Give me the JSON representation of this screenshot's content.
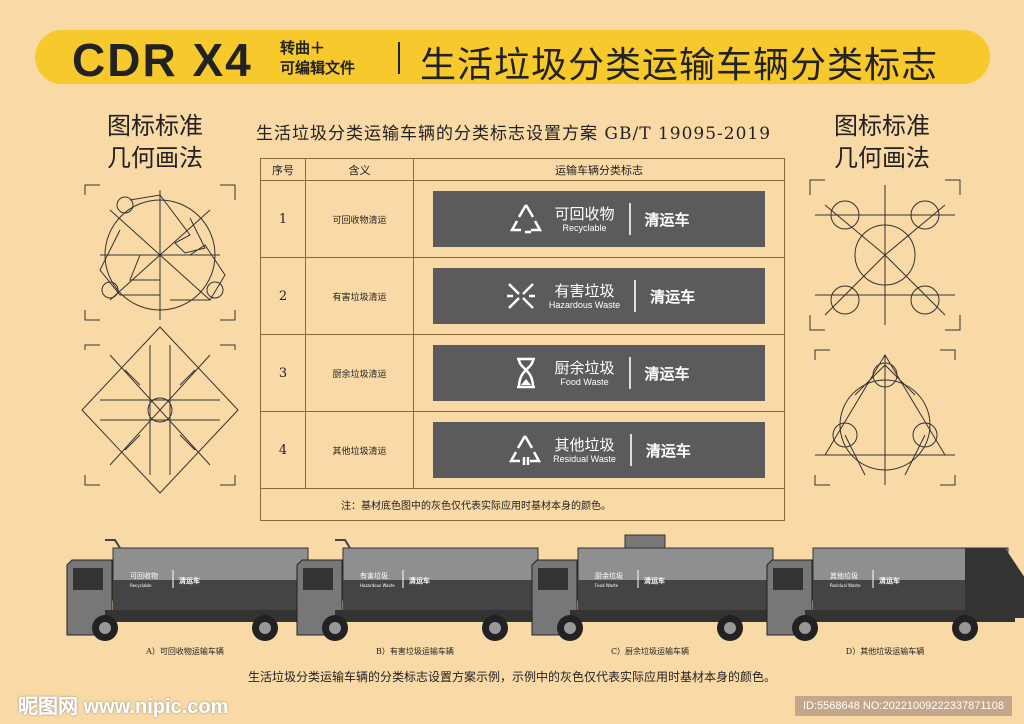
{
  "header": {
    "brand": "CDR X4",
    "sub_line1": "转曲＋",
    "sub_line2": "可编辑文件",
    "title": "生活垃圾分类运输车辆分类标志"
  },
  "side_label": {
    "line1": "图标标准",
    "line2": "几何画法"
  },
  "table": {
    "title": "生活垃圾分类运输车辆的分类标志设置方案 GB/T 19095-2019",
    "headers": [
      "序号",
      "含义",
      "运输车辆分类标志"
    ],
    "rows": [
      {
        "no": "1",
        "meaning": "可回收物清运",
        "cn": "可回收物",
        "en": "Recyclable",
        "icon": "recycle-icon"
      },
      {
        "no": "2",
        "meaning": "有害垃圾清运",
        "cn": "有害垃圾",
        "en": "Hazardous Waste",
        "icon": "hazardous-icon"
      },
      {
        "no": "3",
        "meaning": "厨余垃圾清运",
        "cn": "厨余垃圾",
        "en": "Food Waste",
        "icon": "food-waste-icon"
      },
      {
        "no": "4",
        "meaning": "其他垃圾清运",
        "cn": "其他垃圾",
        "en": "Residual Waste",
        "icon": "residual-icon"
      }
    ],
    "vehicle_label": "清运车",
    "note": "注：基材底色图中的灰色仅代表实际应用时基材本身的颜色。"
  },
  "trucks": [
    {
      "caption": "A）可回收物运输车辆",
      "cn": "可回收物",
      "en": "Recyclable"
    },
    {
      "caption": "B）有害垃圾运输车辆",
      "cn": "有害垃圾",
      "en": "Hazardous Waste"
    },
    {
      "caption": "C）厨余垃圾运输车辆",
      "cn": "厨余垃圾",
      "en": "Food Waste"
    },
    {
      "caption": "D）其他垃圾运输车辆",
      "cn": "其他垃圾",
      "en": "Residual Waste"
    }
  ],
  "footer_note": "生活垃圾分类运输车辆的分类标志设置方案示例，示例中的灰色仅代表实际应用时基材本身的颜色。",
  "watermark": "昵图网 www.nipic.com",
  "image_id": "ID:5568648 NO:20221009222337871108",
  "colors": {
    "background": "#f9d9a6",
    "header": "#f7c92c",
    "sign": "#5b5b5e"
  }
}
